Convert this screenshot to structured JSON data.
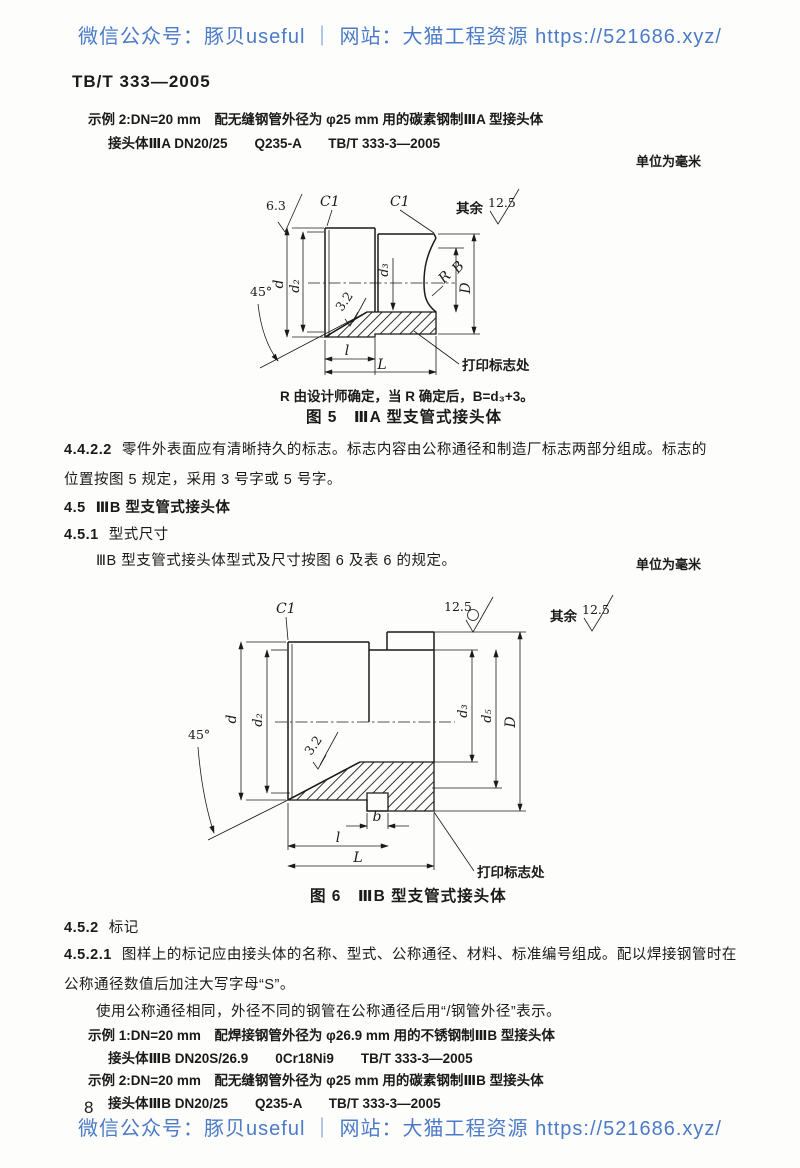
{
  "watermark": {
    "text": "微信公众号：豚贝useful ｜ 网站：大猫工程资源 https://521686.xyz/",
    "color": "#4b7bc8"
  },
  "header": {
    "doc_number": "TB/T 333—2005"
  },
  "example_iiia": {
    "line1": "示例 2:DN=20 mm　配无缝钢管外径为 φ25 mm 用的碳素钢制ⅢA 型接头体",
    "line2": "接头体ⅢA DN20/25　　Q235-A　　TB/T 333-3—2005"
  },
  "units_note": "单位为毫米",
  "figure5": {
    "note": "R 由设计师确定，当 R 确定后，B=d₃+3。",
    "caption": "图 5　ⅢA 型支管式接头体"
  },
  "figure6": {
    "caption": "图 6　ⅢB 型支管式接头体"
  },
  "drawing_labels": {
    "rough63": "6.3",
    "rough32": "3.2",
    "rough125": "12.5",
    "rest": "其余",
    "chamfer": "C1",
    "angle45": "45°",
    "d": "d",
    "d2": "d₂",
    "d3": "d₃",
    "d5": "d₅",
    "R": "R",
    "B": "B",
    "D": "D",
    "b": "b",
    "l": "l",
    "L": "L",
    "mark_spot": "打印标志处"
  },
  "section_4422": {
    "num": "4.4.2.2",
    "line1": "零件外表面应有清晰持久的标志。标志内容由公称通径和制造厂标志两部分组成。标志的",
    "line2": "位置按图 5 规定，采用 3 号字或 5 号字。"
  },
  "section_45": {
    "num": "4.5",
    "title": "ⅢB 型支管式接头体"
  },
  "section_451": {
    "num": "4.5.1",
    "title": "型式尺寸",
    "body": "ⅢB 型支管式接头体型式及尺寸按图 6 及表 6 的规定。"
  },
  "section_452": {
    "num": "4.5.2",
    "title": "标记"
  },
  "section_4521": {
    "num": "4.5.2.1",
    "line1": "图样上的标记应由接头体的名称、型式、公称通径、材料、标准编号组成。配以焊接钢管时在",
    "line2": "公称通径数值后加注大写字母“S”。",
    "line3": "使用公称通径相同，外径不同的钢管在公称通径后用“/钢管外径”表示。"
  },
  "example_iiib": {
    "ex1_line1": "示例 1:DN=20 mm　配焊接钢管外径为 φ26.9 mm 用的不锈钢制ⅢB 型接头体",
    "ex1_line2": "接头体ⅢB DN20S/26.9　　0Cr18Ni9　　TB/T 333-3—2005",
    "ex2_line1": "示例 2:DN=20 mm　配无缝钢管外径为 φ25 mm 用的碳素钢制ⅢB 型接头体",
    "ex2_line2": "接头体ⅢB DN20/25　　Q235-A　　TB/T 333-3—2005"
  },
  "footer": {
    "page_number": "8"
  }
}
